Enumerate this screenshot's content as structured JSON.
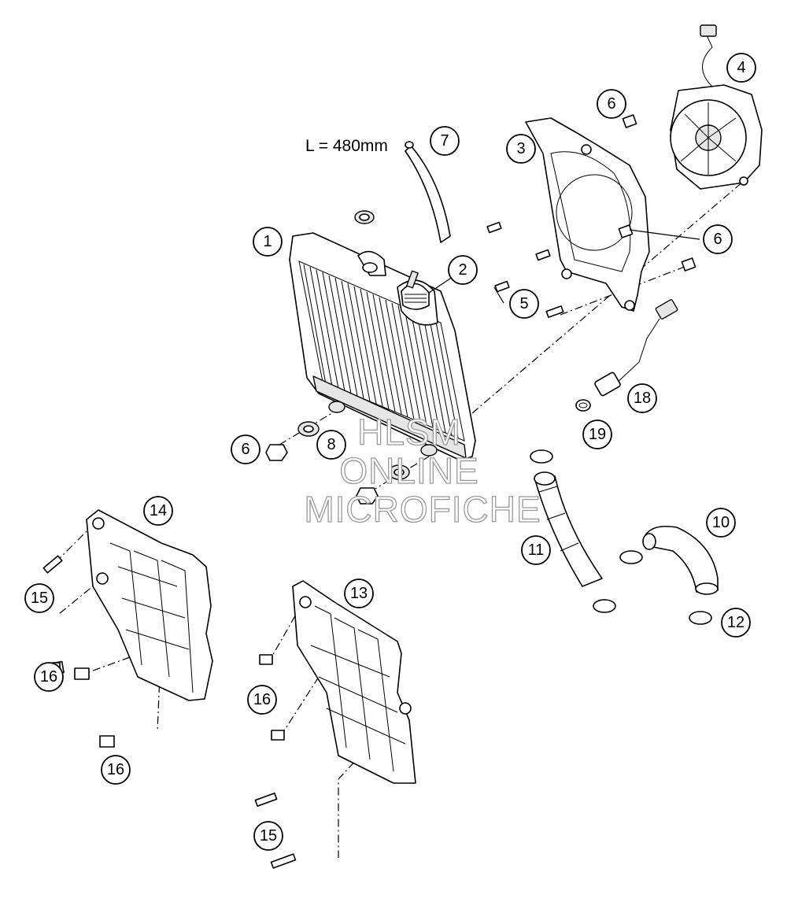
{
  "diagram": {
    "length_note": "L = 480mm",
    "watermark": [
      "HLSM",
      "ONLINE",
      "MICROFICHE"
    ],
    "callouts": [
      "1",
      "2",
      "3",
      "4",
      "5",
      "6",
      "6",
      "6",
      "7",
      "8",
      "10",
      "11",
      "12",
      "13",
      "14",
      "15",
      "15",
      "16",
      "16",
      "16",
      "18",
      "19"
    ]
  }
}
